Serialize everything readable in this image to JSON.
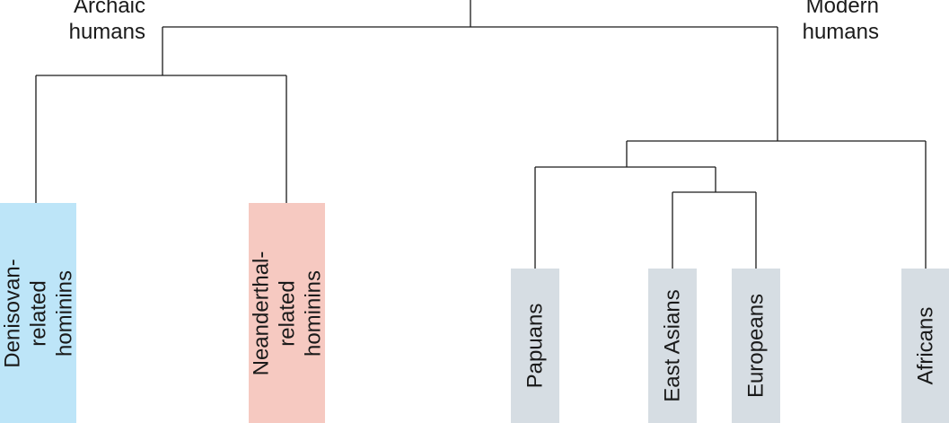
{
  "groups": {
    "archaic": "Archaic\nhumans",
    "modern": "Modern\nhumans"
  },
  "leaves": {
    "denisovan": "Denisovan-\nrelated hominins",
    "neanderthal": "Neanderthal-\nrelated hominins",
    "papuans": "Papuans",
    "east_asians": "East Asians",
    "europeans": "Europeans",
    "africans": "Africans"
  },
  "colors": {
    "denisovan": "#bde5f8",
    "neanderthal": "#f6c9c1",
    "modern": "#d6dde3",
    "line": "#1a1a1a"
  }
}
